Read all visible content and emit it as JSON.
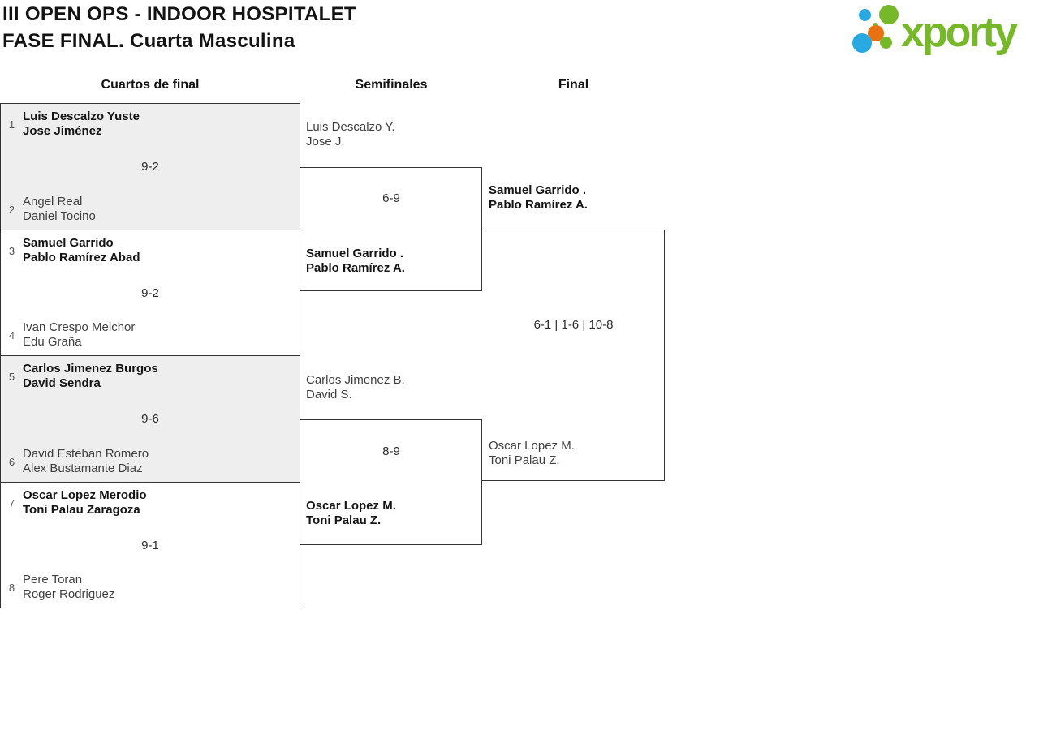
{
  "header": {
    "title_line1": "III OPEN OPS - INDOOR HOSPITALET",
    "title_line2": "FASE FINAL. Cuarta Masculina"
  },
  "logo": {
    "text": "xporty"
  },
  "colors": {
    "brand_green": "#76b82a",
    "brand_blue": "#29a9e1",
    "brand_orange": "#e87211",
    "panel_gray": "#eeeeee",
    "line": "#333333"
  },
  "rounds": {
    "quarterfinals_label": "Cuartos de final",
    "semifinals_label": "Semifinales",
    "final_label": "Final"
  },
  "quarterfinals": [
    {
      "seed_top": "1",
      "team_top_line1": "Luis Descalzo Yuste",
      "team_top_line2": "Jose Jiménez",
      "score": "9-2",
      "seed_bottom": "2",
      "team_bottom_line1": "Angel Real",
      "team_bottom_line2": "Daniel Tocino",
      "winner": "top"
    },
    {
      "seed_top": "3",
      "team_top_line1": "Samuel Garrido",
      "team_top_line2": "Pablo Ramírez Abad",
      "score": "9-2",
      "seed_bottom": "4",
      "team_bottom_line1": "Ivan Crespo Melchor",
      "team_bottom_line2": "Edu Graña",
      "winner": "top"
    },
    {
      "seed_top": "5",
      "team_top_line1": "Carlos Jimenez Burgos",
      "team_top_line2": "David Sendra",
      "score": "9-6",
      "seed_bottom": "6",
      "team_bottom_line1": "David Esteban Romero",
      "team_bottom_line2": "Alex Bustamante Diaz",
      "winner": "top"
    },
    {
      "seed_top": "7",
      "team_top_line1": "Oscar Lopez Merodio",
      "team_top_line2": "Toni Palau Zaragoza",
      "score": "9-1",
      "seed_bottom": "8",
      "team_bottom_line1": "Pere Toran",
      "team_bottom_line2": "Roger Rodriguez",
      "winner": "top"
    }
  ],
  "semifinals": [
    {
      "team_top_line1": "Luis Descalzo Y.",
      "team_top_line2": "Jose J.",
      "score": "6-9",
      "team_bottom_line1": "Samuel Garrido .",
      "team_bottom_line2": "Pablo Ramírez A.",
      "winner": "bottom"
    },
    {
      "team_top_line1": "Carlos Jimenez B.",
      "team_top_line2": "David S.",
      "score": "8-9",
      "team_bottom_line1": "Oscar Lopez M.",
      "team_bottom_line2": "Toni Palau Z.",
      "winner": "bottom"
    }
  ],
  "final": {
    "team_top_line1": "Samuel Garrido .",
    "team_top_line2": "Pablo Ramírez A.",
    "score": "6-1 | 1-6 | 10-8",
    "team_bottom_line1": "Oscar Lopez M.",
    "team_bottom_line2": "Toni Palau Z.",
    "winner": "top"
  }
}
